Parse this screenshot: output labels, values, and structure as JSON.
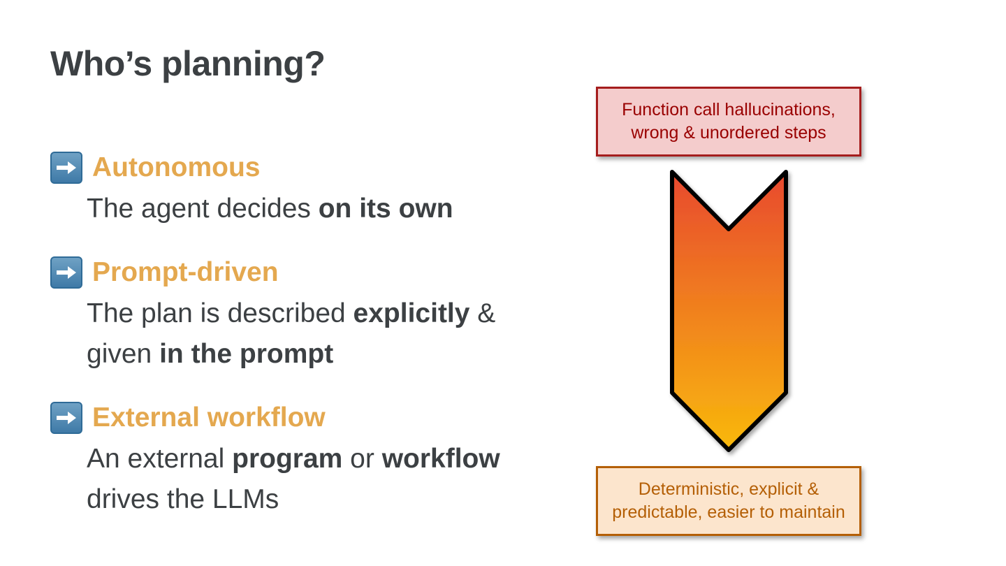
{
  "title": "Who’s planning?",
  "items": [
    {
      "label": "Autonomous",
      "desc": [
        {
          "t": "The agent decides ",
          "b": false
        },
        {
          "t": "on its own",
          "b": true
        }
      ]
    },
    {
      "label": "Prompt-driven",
      "desc": [
        {
          "t": "The plan is described ",
          "b": false
        },
        {
          "t": "explicitly",
          "b": true
        },
        {
          "t": " &",
          "b": false
        },
        {
          "br": true
        },
        {
          "t": "given ",
          "b": false
        },
        {
          "t": "in the prompt",
          "b": true
        }
      ]
    },
    {
      "label": "External workflow",
      "desc": [
        {
          "t": "An external ",
          "b": false
        },
        {
          "t": "program",
          "b": true
        },
        {
          "t": " or ",
          "b": false
        },
        {
          "t": "workflow",
          "b": true
        },
        {
          "br": true
        },
        {
          "t": "drives the LLMs",
          "b": false
        }
      ]
    }
  ],
  "diagram": {
    "top_box": {
      "line1": "Function call hallucinations,",
      "line2": "wrong & unordered steps"
    },
    "bottom_box": {
      "line1": "Deterministic, explicit &",
      "line2": "predictable, easier to maintain"
    },
    "colors": {
      "arrow_top": "#e8492f",
      "arrow_bottom": "#f9b90c",
      "label_accent": "#e4a84f",
      "top_box_fill": "#f4cccc",
      "top_box_text": "#990000",
      "bottom_box_fill": "#fce5cd",
      "bottom_box_text": "#b45f06"
    }
  },
  "icons": {
    "bullet": "right-arrow-emoji-icon"
  }
}
